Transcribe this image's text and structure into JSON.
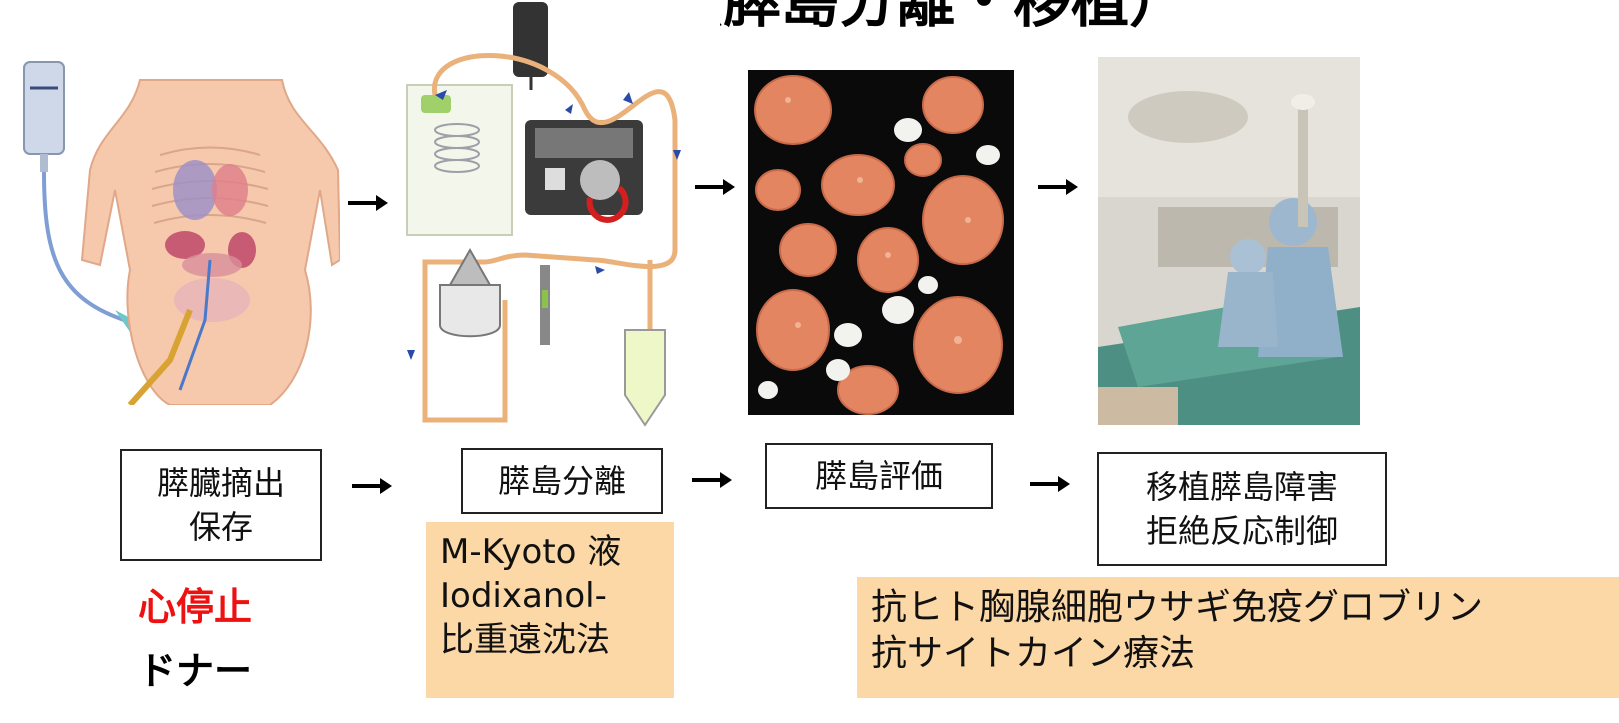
{
  "header": {
    "title": "膵島移植（膵島分離・移植）"
  },
  "steps": [
    {
      "icon": "donor-anatomy-icon",
      "lines": [
        "膵臓摘出",
        "保存"
      ]
    },
    {
      "icon": "islet-isolation-apparatus-icon",
      "lines": [
        "膵島分離"
      ]
    },
    {
      "icon": "islet-micrograph-icon",
      "lines": [
        "膵島評価"
      ]
    },
    {
      "icon": "transplant-procedure-photo-icon",
      "lines": [
        "移植膵島障害",
        "拒絶反応制御"
      ]
    }
  ],
  "donor": {
    "cardiac_arrest": "心停止",
    "label": "ドナー"
  },
  "isolation_notes": [
    "M-Kyoto 液",
    "Iodixanol-",
    "比重遠沈法"
  ],
  "immunotherapy_notes": [
    "抗ヒト胸腺細胞ウサギ免疫グロブリン",
    "抗サイトカイン療法"
  ],
  "colors": {
    "highlight_box": "#fbd8a6",
    "alert_text": "#ee1111"
  }
}
